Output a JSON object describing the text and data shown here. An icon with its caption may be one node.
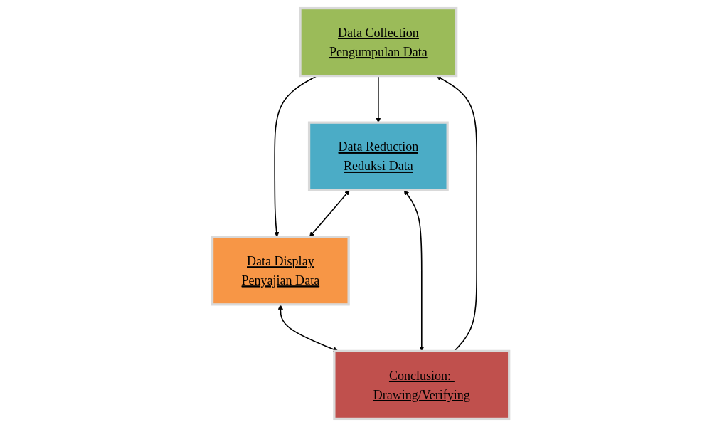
{
  "diagram": {
    "nodes": [
      {
        "text": [
          "Data Collection",
          "Pengumpulan Data"
        ]
      },
      {
        "text": [
          "Data Display",
          "Penyajian Data"
        ]
      },
      {
        "text": [
          "Data Reduction",
          "Reduksi Data"
        ]
      },
      {
        "text": [
          "Conclusion: Drawing/Verifying"
        ]
      }
    ],
    "edges": [
      {
        "from": 0,
        "to": 1,
        "arrow": "to"
      },
      {
        "from": 0,
        "to": 2,
        "arrow": "to"
      },
      {
        "from": 2,
        "to": 1,
        "arrow": "both"
      },
      {
        "from": 1,
        "to": 3,
        "arrow": "both"
      },
      {
        "from": 3,
        "to": 0,
        "arrow": "to"
      },
      {
        "from": 2,
        "to": 3,
        "arrow": "both"
      }
    ]
  }
}
